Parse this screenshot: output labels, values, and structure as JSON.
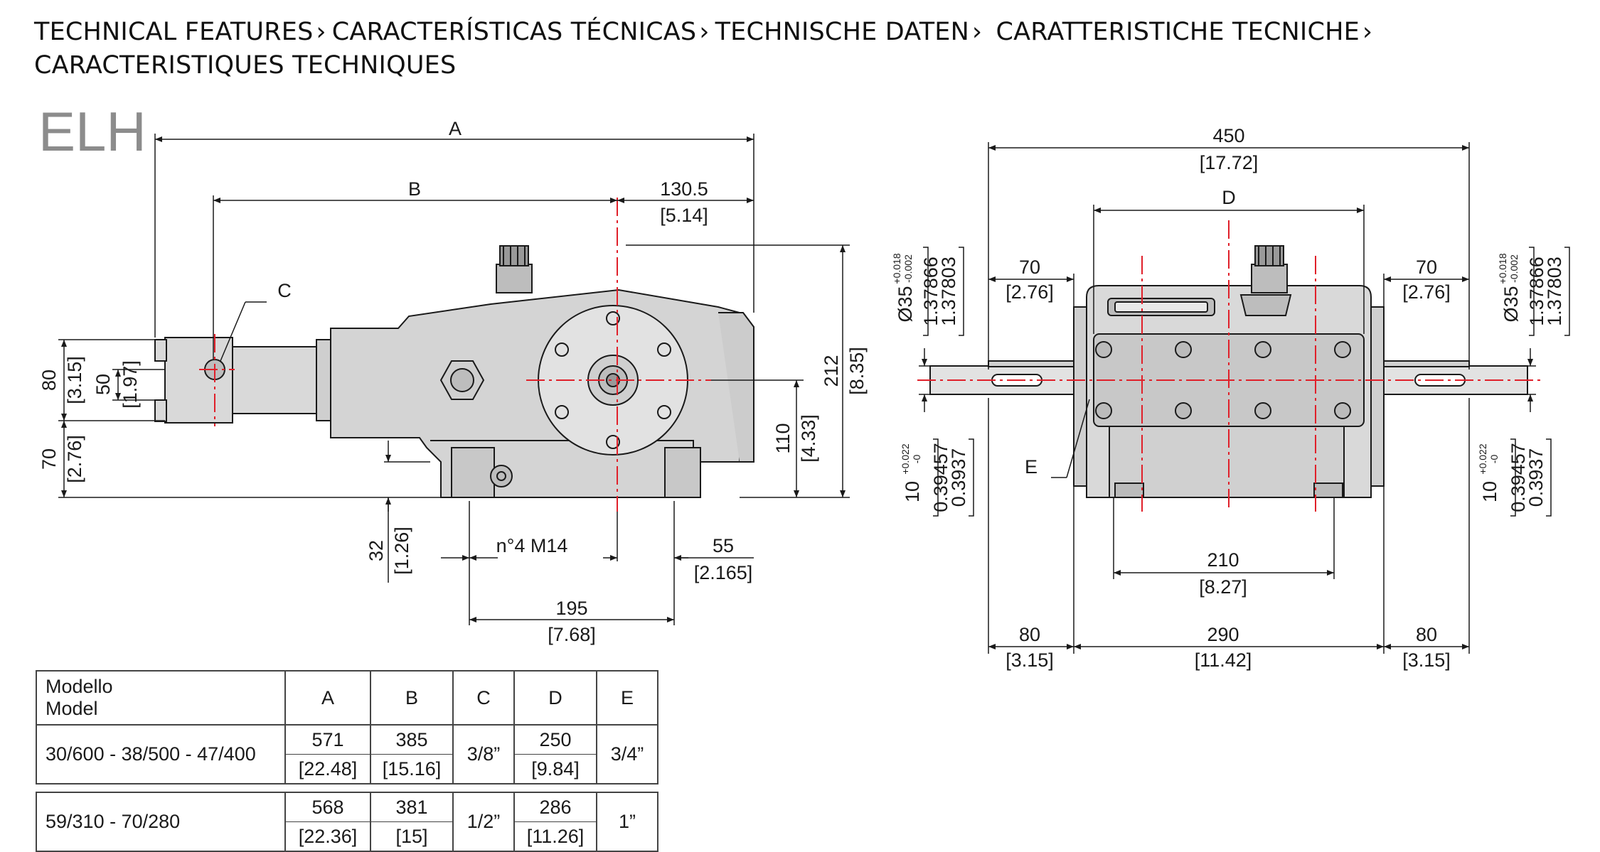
{
  "header": {
    "titles": [
      "TECHNICAL FEATURES",
      "CARACTERÍSTICAS TÉCNICAS",
      "TECHNISCHE DATEN",
      "CARATTERISTICHE TECNICHE",
      "CARACTERISTIQUES TECHNIQUES"
    ],
    "separator": "›"
  },
  "model_name": "ELH",
  "side_view": {
    "dim_a": "A",
    "dim_b": "B",
    "dim_c": "C",
    "dim_130_5": "130.5",
    "dim_130_5_in": "[5.14]",
    "dim_80": "80",
    "dim_80_in": "[3.15]",
    "dim_50": "50",
    "dim_50_in": "[1.97]",
    "dim_70": "70",
    "dim_70_in": "[2.76]",
    "dim_212": "212",
    "dim_212_in": "[8.35]",
    "dim_110": "110",
    "dim_110_in": "[4.33]",
    "dim_32": "32",
    "dim_32_in": "[1.26]",
    "holes_label": "n°4 M14",
    "dim_55": "55",
    "dim_55_in": "[2.165]",
    "dim_195": "195",
    "dim_195_in": "[7.68]"
  },
  "front_view": {
    "dim_450": "450",
    "dim_450_in": "[17.72]",
    "dim_d": "D",
    "dim_e": "E",
    "dim_70_left": "70",
    "dim_70_left_in": "[2.76]",
    "dim_70_right": "70",
    "dim_70_right_in": "[2.76]",
    "shaft_dia": "Ø35",
    "shaft_tol_plus": "+0.018",
    "shaft_tol_minus": "-0.002",
    "shaft_in_1": "1.37866",
    "shaft_in_2": "1.37803",
    "key_width": "10",
    "key_tol_plus": "+0.022",
    "key_tol_minus": "-0",
    "key_in_1": "0.39457",
    "key_in_2": "0.3937",
    "dim_210": "210",
    "dim_210_in": "[8.27]",
    "dim_80_left": "80",
    "dim_80_left_in": "[3.15]",
    "dim_290": "290",
    "dim_290_in": "[11.42]",
    "dim_80_right": "80",
    "dim_80_right_in": "[3.15]"
  },
  "spec_table": {
    "headers": {
      "model_1": "Modello",
      "model_2": "Model",
      "a": "A",
      "b": "B",
      "c": "C",
      "d": "D",
      "e": "E"
    },
    "rows": [
      {
        "model": "30/600 - 38/500 - 47/400",
        "a_mm": "571",
        "a_in": "[22.48]",
        "b_mm": "385",
        "b_in": "[15.16]",
        "c": "3/8”",
        "d_mm": "250",
        "d_in": "[9.84]",
        "e": "3/4”"
      },
      {
        "model": "59/310 - 70/280",
        "a_mm": "568",
        "a_in": "[22.36]",
        "b_mm": "381",
        "b_in": "[15]",
        "c": "1/2”",
        "d_mm": "286",
        "d_in": "[11.26]",
        "e": "1”"
      }
    ]
  },
  "colors": {
    "line": "#1a1a1a",
    "centerline": "#e0202a",
    "body_fill": "#d9d9d9",
    "body_dark": "#bdbdbd",
    "title_gray": "#8c8c8c"
  }
}
